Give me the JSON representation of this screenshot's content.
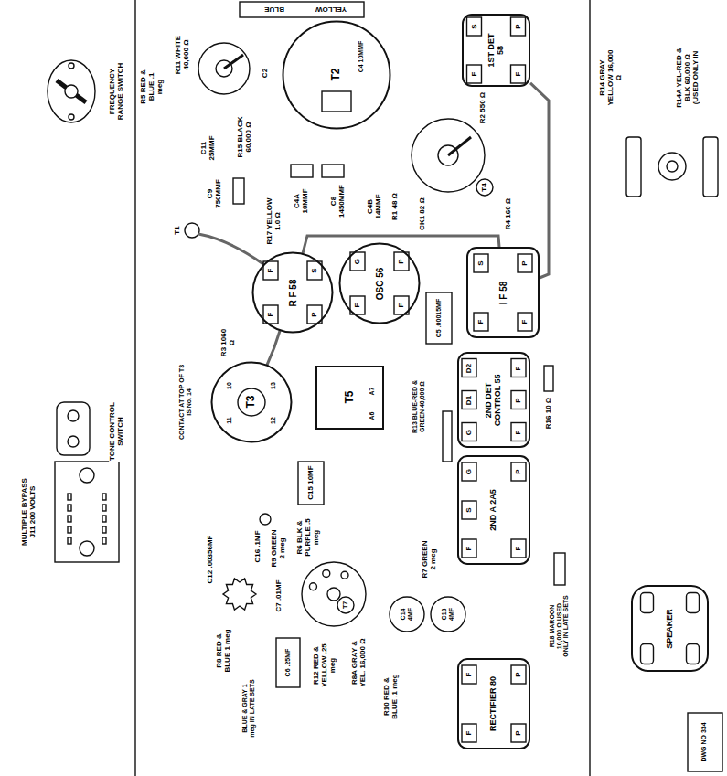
{
  "diagram": {
    "nodes": [
      {
        "text": [
          "T2"
        ]
      },
      {
        "text": [
          "1ST DET 58"
        ]
      },
      {
        "text": [
          "R F 58"
        ]
      },
      {
        "text": [
          "OSC 56"
        ]
      },
      {
        "text": [
          "I F 58"
        ]
      },
      {
        "text": [
          "T3"
        ]
      },
      {
        "text": [
          "T5"
        ]
      },
      {
        "text": [
          "2ND DET CONTROL 55"
        ]
      },
      {
        "text": [
          "2ND A 2A5"
        ]
      },
      {
        "text": [
          "RECTIFIER 80"
        ]
      },
      {
        "text": [
          "SPEAKER"
        ]
      }
    ],
    "edges": [
      {
        "from": 2,
        "to": 4,
        "arrow": "none"
      },
      {
        "from": 5,
        "to": 2,
        "arrow": "none"
      },
      {
        "from": 1,
        "to": 4,
        "arrow": "none"
      }
    ],
    "labels": [
      "FREQUENCY RANGE SWITCH",
      "TONE CONTROL SWITCH",
      "MULTIPLE BYPASS J11 200 VOLTS",
      "R5 RED & BLUE .1 meg",
      "R11 WHITE 40,000 Ω",
      "C2",
      "YELLOW",
      "BLUE",
      "C4 10MMF",
      "R15 BLACK 60,000 Ω",
      "C11 25MMF",
      "C9 750MMF",
      "C4A 10MMF",
      "C8 1450MMF",
      "C4B 14MMF",
      "R1 48 Ω",
      "CK1 82 Ω",
      "R2 550 Ω",
      "T4",
      "R4 160 Ω",
      "T1",
      "R17 YELLOW 1.0 Ω",
      "C5 .00015MF",
      "R3 1060 Ω",
      "CONTACT AT TOP OF T3 IS No. 14",
      "10",
      "11",
      "12",
      "13",
      "A7",
      "A6",
      "R13 BLUE-RED & GREEN 40,000 Ω",
      "R16 10 Ω",
      "C15 10MF",
      "C16 .1MF",
      "R6 BLK & PURPLE .5 meg",
      "R9 GREEN 2 meg",
      "C7 .01MF",
      "C12 .00356MF",
      "R7 GREEN 2 meg",
      "C14 4MF",
      "C13 4MF",
      "T7",
      "R8 RED & BLUE 1 meg",
      "C6 .25MF",
      "BLUE & GRAY 1 meg IN LATE SETS",
      "R12 RED & YELLOW .25 meg",
      "R8A GRAY & YEL. 16,000 Ω",
      "R10 RED & BLUE .1 meg",
      "R18 MAROON 10,000 Ω USED ONLY IN LATE SETS",
      "R14 GRAY YELLOW 16,000 Ω",
      "R14A YEL-RED & BLK 60,000 Ω (USED ONLY IN",
      "DWG NO 334",
      "S",
      "P",
      "F",
      "F",
      "F",
      "S",
      "F",
      "P",
      "G",
      "P",
      "F",
      "F",
      "S",
      "P",
      "F",
      "F",
      "D2",
      "D1",
      "G",
      "F",
      "P",
      "F",
      "G",
      "S",
      "F",
      "P",
      "F",
      "F",
      "F",
      "P",
      "P"
    ]
  }
}
